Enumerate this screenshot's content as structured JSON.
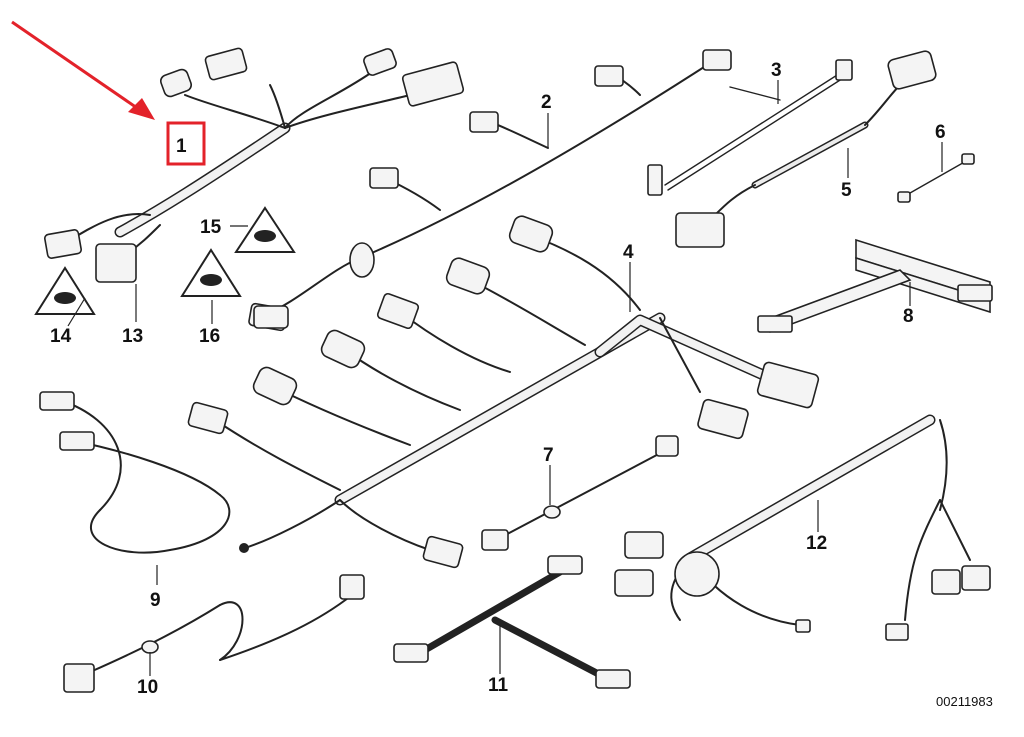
{
  "diagram": {
    "part_numbers": {
      "p1": "1",
      "p2": "2",
      "p3": "3",
      "p4": "4",
      "p5": "5",
      "p6": "6",
      "p7": "7",
      "p8": "8",
      "p9": "9",
      "p10": "10",
      "p11": "11",
      "p12": "12",
      "p13": "13",
      "p14": "14",
      "p15": "15",
      "p16": "16"
    },
    "diagram_code": "00211983"
  },
  "colors": {
    "highlight": "#e3222a",
    "line": "#222222"
  },
  "icons": {
    "arrow": "red-pointer-arrow",
    "warning": "hazard-triangle-icon"
  }
}
